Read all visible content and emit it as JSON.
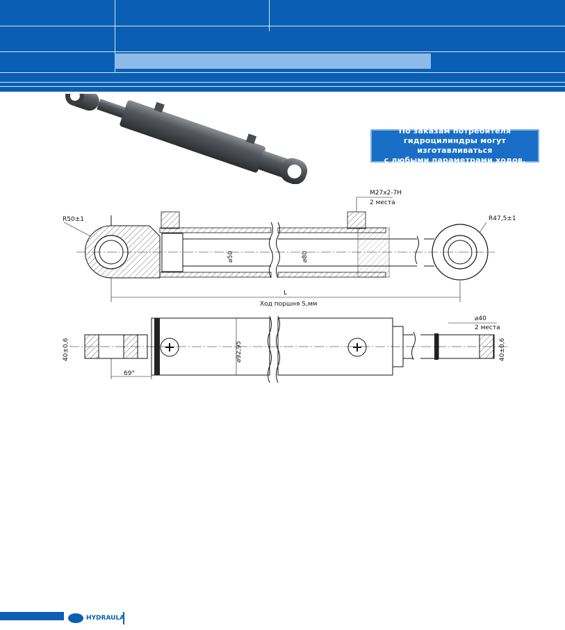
{
  "note": {
    "line1": "По заказам потребителя",
    "line2": "гидроцилиндры могут изготавливаться",
    "line3": "с любыми параметрами ходов."
  },
  "drawing_side": {
    "thread_label": "M27x2-7H",
    "thread_count": "2 места",
    "radius_left": "R50±1",
    "radius_right": "R47,5±1",
    "diameter_rod": "⌀50",
    "diameter_bore": "⌀80",
    "length_label": "L",
    "stroke_label": "Ход поршня S,мм"
  },
  "drawing_top": {
    "hole_diameter": "⌀40",
    "hole_count": "2 места",
    "body_diameter": "⌀92,95",
    "width_left": "40±0,6",
    "width_right": "40±0,6",
    "angle": "69°"
  },
  "footer": {
    "brand": "HYDRAULA"
  },
  "colors": {
    "header_blue": "#0a5fb4",
    "note_blue": "#1a6ec8",
    "highlight": "#9cc4ec"
  }
}
